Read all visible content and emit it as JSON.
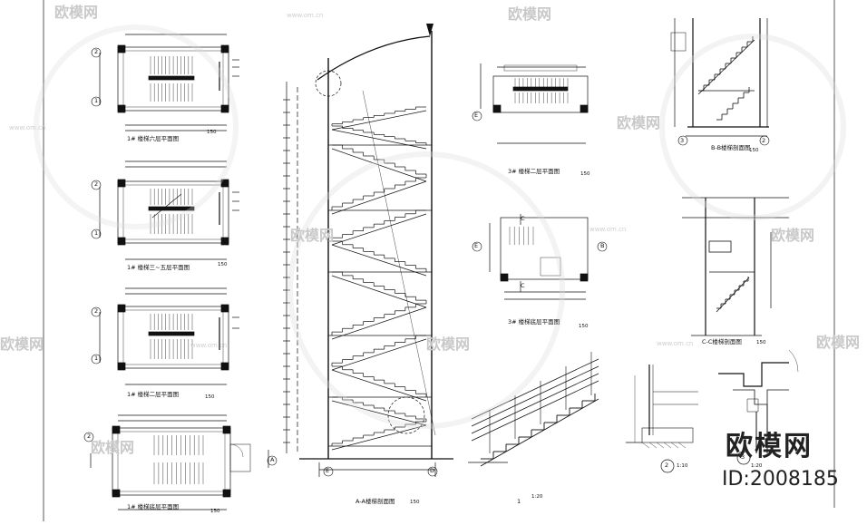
{
  "watermark": {
    "text": "欧模网",
    "url": "www.om.cn"
  },
  "brand": {
    "name": "欧模网",
    "id_text": "ID:2008185"
  },
  "views": {
    "plan_six": {
      "title": "1# 楼梯六层平面图",
      "scale": "150"
    },
    "plan_three_five": {
      "title": "1# 楼梯三~五层平面图",
      "scale": "150"
    },
    "plan_two": {
      "title": "1# 楼梯二层平面图",
      "scale": "150"
    },
    "plan_ground": {
      "title": "1# 楼梯底层平面图",
      "scale": "150"
    },
    "section_aa": {
      "title": "A-A楼梯剖面图",
      "scale": "150"
    },
    "plan3_two": {
      "title": "3# 楼梯二层平面图",
      "scale": "150"
    },
    "plan3_ground": {
      "title": "3# 楼梯底层平面图",
      "scale": "150"
    },
    "section_bb": {
      "title": "B-B楼梯剖面图",
      "scale": "150"
    },
    "section_cc": {
      "title": "C-C楼梯剖面图",
      "scale": "150"
    },
    "detail_1": {
      "title": "1",
      "scale": "1:20"
    },
    "detail_2": {
      "title": "2",
      "scale": "1:10"
    },
    "detail_3": {
      "title": "3",
      "scale": "1:20"
    }
  },
  "grid_marks": {
    "two": "2",
    "one": "1",
    "three": "3",
    "a": "A",
    "b": "B",
    "c": "C",
    "d": "D",
    "e": "E"
  },
  "colors": {
    "line": "#111111",
    "watermark": "#c9c9c9",
    "paper": "#ffffff"
  }
}
